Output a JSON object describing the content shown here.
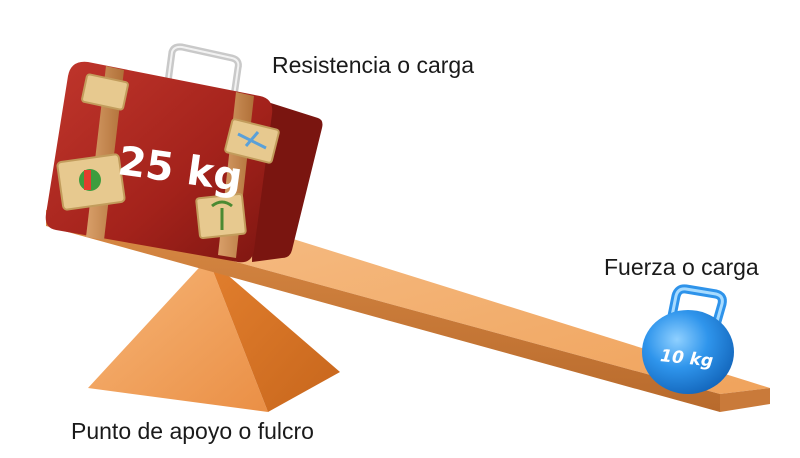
{
  "labels": {
    "resistance": "Resistencia o carga",
    "effort": "Fuerza o carga",
    "fulcrum": "Punto de apoyo o fulcro"
  },
  "suitcase": {
    "weight": "25 kg",
    "color": "#a8231d"
  },
  "kettlebell": {
    "weight": "10 kg",
    "color": "#1e86e0"
  },
  "colors": {
    "plank": "#f2a866",
    "fulcrum": "#e8893a",
    "text": "#1a1a1a"
  }
}
